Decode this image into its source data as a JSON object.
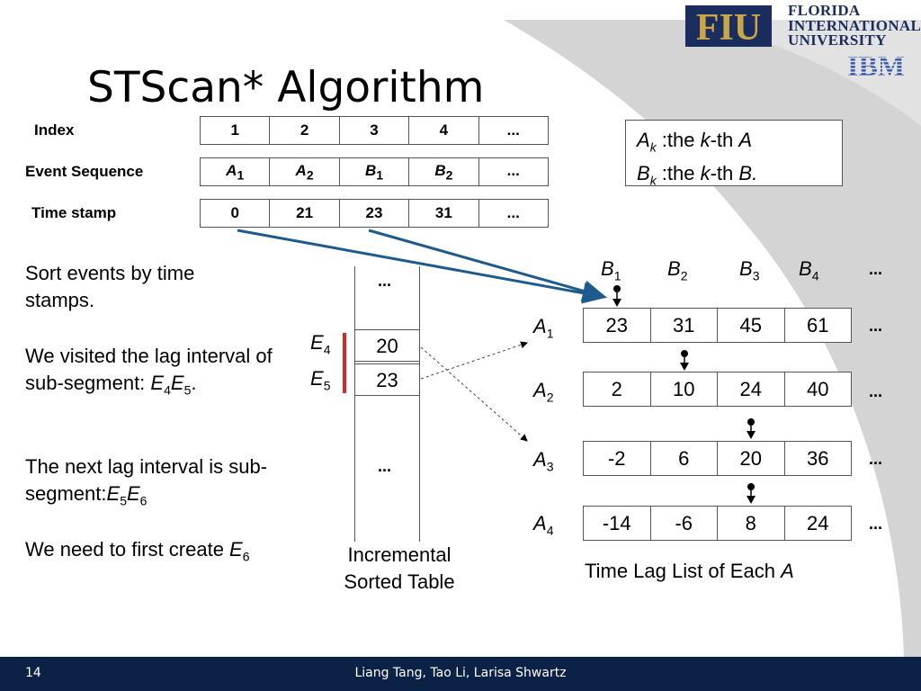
{
  "logo": {
    "fiu_mark": "FIU",
    "fiu_line1": "FLORIDA",
    "fiu_line2": "INTERNATIONAL",
    "fiu_line3": "UNIVERSITY",
    "ibm_mark": "IBM"
  },
  "title": "STScan* Algorithm",
  "top_table": {
    "index_label": "Index",
    "event_label": "Event Sequence",
    "time_label": "Time stamp",
    "index": [
      "1",
      "2",
      "3",
      "4",
      "..."
    ],
    "events": [
      {
        "base": "A",
        "sub": "1"
      },
      {
        "base": "A",
        "sub": "2"
      },
      {
        "base": "B",
        "sub": "1"
      },
      {
        "base": "B",
        "sub": "2"
      },
      {
        "base": "...",
        "sub": ""
      }
    ],
    "timestamps": [
      "0",
      "21",
      "23",
      "31",
      "..."
    ]
  },
  "legend": {
    "line1": {
      "base": "A",
      "sub": "k",
      "mid": " :the ",
      "kvar": "k",
      "rest": "-th ",
      "target": "A"
    },
    "line2": {
      "base": "B",
      "sub": "k",
      "mid": " :the ",
      "kvar": "k",
      "rest": "-th ",
      "target": "B."
    }
  },
  "bullets": {
    "p1": "Sort events by time stamps.",
    "p2_text": "We visited the lag interval of sub-segment: ",
    "p2_e1": "E",
    "p2_s1": "4",
    "p2_e2": "E",
    "p2_s2": "5",
    "p2_end": ".",
    "p3_text": "The next lag interval is sub-segment:",
    "p3_e1": "E",
    "p3_s1": "5",
    "p3_e2": "E",
    "p3_s2": "6",
    "p4_text": "We need to first create ",
    "p4_e": "E",
    "p4_s": "6"
  },
  "sorted_table": {
    "top_ellipsis": "...",
    "cells": [
      "20",
      "23"
    ],
    "labels": [
      {
        "base": "E",
        "sub": "4"
      },
      {
        "base": "E",
        "sub": "5"
      }
    ],
    "bottom_ellipsis": "...",
    "caption_line1": "Incremental",
    "caption_line2": "Sorted Table"
  },
  "lag_list": {
    "b_labels": [
      {
        "base": "B",
        "sub": "1"
      },
      {
        "base": "B",
        "sub": "2"
      },
      {
        "base": "B",
        "sub": "3"
      },
      {
        "base": "B",
        "sub": "4"
      }
    ],
    "b_ellipsis": "...",
    "rows": [
      {
        "base": "A",
        "sub": "1",
        "values": [
          "23",
          "31",
          "45",
          "61"
        ],
        "ellipsis": "..."
      },
      {
        "base": "A",
        "sub": "2",
        "values": [
          "2",
          "10",
          "24",
          "40"
        ],
        "ellipsis": "..."
      },
      {
        "base": "A",
        "sub": "3",
        "values": [
          "-2",
          "6",
          "20",
          "36"
        ],
        "ellipsis": "..."
      },
      {
        "base": "A",
        "sub": "4",
        "values": [
          "-14",
          "-6",
          "8",
          "24"
        ],
        "ellipsis": "..."
      }
    ],
    "caption_text": "Time Lag List of Each ",
    "caption_var": "A"
  },
  "footer": {
    "page": "14",
    "authors": "Liang Tang, Tao Li, Larisa Shwartz"
  },
  "colors": {
    "navy": "#0b2246",
    "arrow_blue": "#1f5a8c",
    "highlight_red": "#d62828",
    "bg_gray": "#d4d4d4"
  }
}
